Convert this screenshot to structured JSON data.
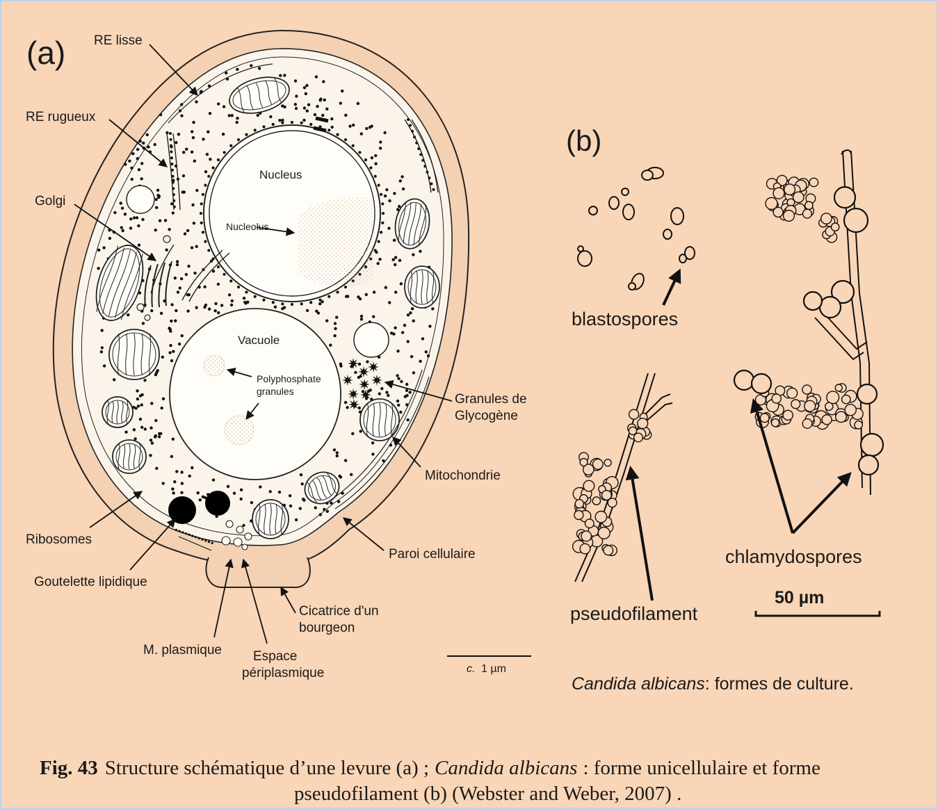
{
  "panel_a": {
    "tag": "(a)",
    "labels": {
      "re_lisse": "RE lisse",
      "re_rugueux": "RE rugueux",
      "golgi": "Golgi",
      "nucleus": "Nucleus",
      "nucleolus": "Nucleolus",
      "vacuole": "Vacuole",
      "polyphosphate_1": "Polyphosphate",
      "polyphosphate_2": "granules",
      "glycogene_1": "Granules de",
      "glycogene_2": "Glycogène",
      "mitochondrie": "Mitochondrie",
      "ribosomes": "Ribosomes",
      "paroi": "Paroi cellulaire",
      "goutelette": "Goutelette lipidique",
      "cicatrice_1": "Cicatrice d'un",
      "cicatrice_2": "bourgeon",
      "m_plasmique": "M. plasmique",
      "espace_1": "Espace",
      "espace_2": "périplasmique"
    },
    "scale_c": "c.",
    "scale_value": "1 µm"
  },
  "panel_b": {
    "tag": "(b)",
    "labels": {
      "blastospores": "blastospores",
      "pseudofilament": "pseudofilament",
      "chlamydospores": "chlamydospores"
    },
    "scale": "50 µm",
    "title_italic": "Candida albicans",
    "title_rest": ": formes de culture."
  },
  "caption": {
    "fig": "Fig. 43",
    "text_1": "Structure schématique d’une levure (a) ;",
    "species": "Candida albicans",
    "text_2": ": forme unicellulaire et forme",
    "line_2": "pseudofilament (b) (Webster and Weber, 2007) ."
  }
}
